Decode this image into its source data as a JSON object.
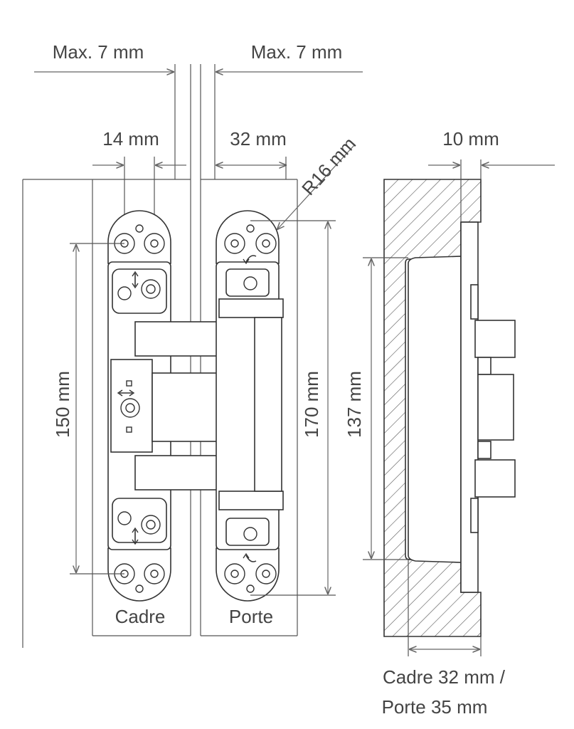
{
  "labels": {
    "max_left": "Max. 7 mm",
    "max_right": "Max. 7 mm",
    "frame_width": "14 mm",
    "door_width": "32 mm",
    "radius": "R16 mm",
    "recess_depth": "10 mm",
    "height_150": "150 mm",
    "height_170": "170 mm",
    "height_137": "137 mm",
    "frame": "Cadre",
    "door": "Porte",
    "thickness_line1": "Cadre 32 mm /",
    "thickness_line2": "Porte 35 mm"
  },
  "colors": {
    "line": "#333333",
    "dimension": "#666666",
    "text": "#444444",
    "background": "#ffffff"
  },
  "icons": {
    "adjust_vertical": "double-arrow-vertical-icon",
    "adjust_horizontal": "double-arrow-horizontal-icon",
    "adjust_depth": "curved-arrow-icon"
  }
}
